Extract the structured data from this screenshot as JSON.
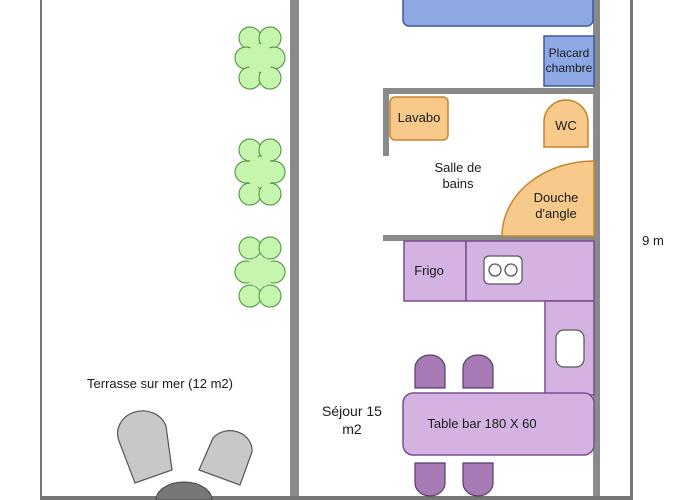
{
  "labels": {
    "placard": "Placard chambre",
    "lavabo": "Lavabo",
    "wc": "WC",
    "salle": "Salle de bains",
    "douche": "Douche d'angle",
    "frigo": "Frigo",
    "terrasse": "Terrasse sur mer (12 m2)",
    "sejour": "Séjour 15 m2",
    "table": "Table bar 180 X 60",
    "dimension": "9 m"
  },
  "colors": {
    "wall": "#8a8a8a",
    "bed": "#8ea8e3",
    "placard": "#8ea8e3",
    "bathroom_fixture": "#f7c98b",
    "kitchen": "#d4b3e3",
    "stool": "#a67ab5",
    "plant": "#c6f5ae",
    "terrace_chair": "#c8c8c8"
  }
}
